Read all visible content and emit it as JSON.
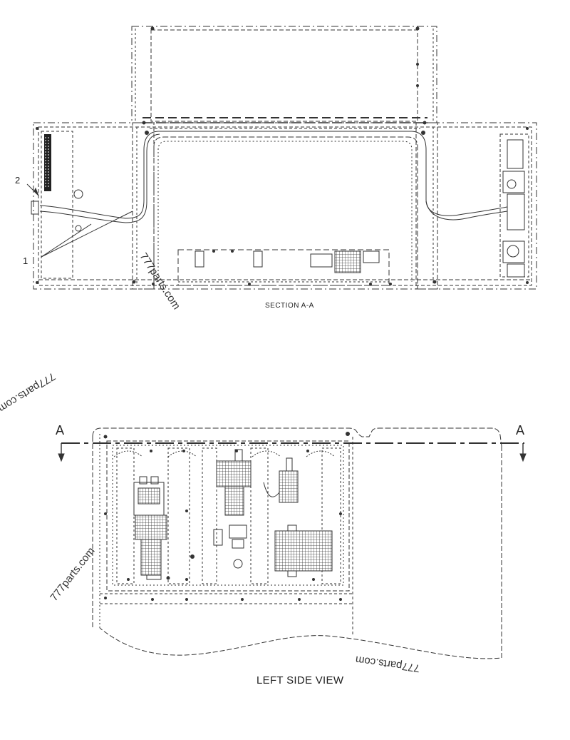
{
  "diagram": {
    "callouts": [
      {
        "id": "callout-2",
        "text": "2"
      },
      {
        "id": "callout-1",
        "text": "1"
      }
    ],
    "section_title": "SECTION A-A",
    "view_title": "LEFT SIDE VIEW",
    "cut_marks": {
      "left": "A",
      "right": "A"
    },
    "watermark": "777parts.com",
    "line_color": "#333333"
  }
}
